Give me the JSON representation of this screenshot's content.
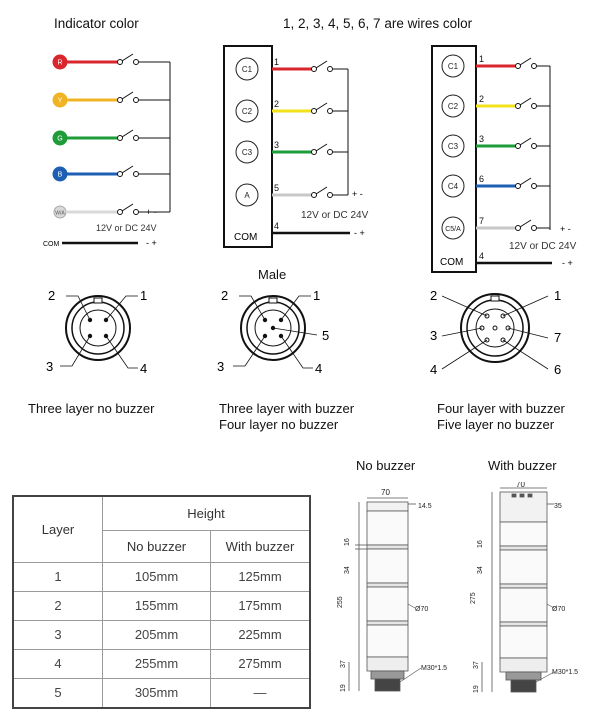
{
  "top": {
    "indicator_heading": "Indicator color",
    "wires_heading": "1, 2, 3, 4, 5, 6, 7 are wires color"
  },
  "diagram_a": {
    "indicators": [
      {
        "letter": "R",
        "color": "#d8262c"
      },
      {
        "letter": "Y",
        "color": "#f0b323"
      },
      {
        "letter": "G",
        "color": "#1e9c3a"
      },
      {
        "letter": "B",
        "color": "#1e5fb4"
      },
      {
        "letter": "W/A",
        "color": "#d9d9d9"
      }
    ],
    "voltage": "12V or DC 24V",
    "com_label": "COM",
    "polarity_top": "+ -",
    "polarity_bottom": "- +"
  },
  "diagram_b": {
    "terminals": [
      "C1",
      "C2",
      "C3",
      "A"
    ],
    "com": "COM",
    "wires": [
      {
        "num": "1",
        "color": "#d8262c"
      },
      {
        "num": "2",
        "color": "#f2e21a"
      },
      {
        "num": "3",
        "color": "#1e9c3a"
      },
      {
        "num": "5",
        "color": "#c8c8c8"
      },
      {
        "num": "4",
        "color": "#111111"
      }
    ],
    "voltage": "12V or DC 24V",
    "polarity_top": "+ -",
    "polarity_bottom": "- +"
  },
  "diagram_c": {
    "terminals": [
      "C1",
      "C2",
      "C3",
      "C4",
      "C5/A"
    ],
    "com": "COM",
    "wires": [
      {
        "num": "1",
        "color": "#d8262c"
      },
      {
        "num": "2",
        "color": "#f2e21a"
      },
      {
        "num": "3",
        "color": "#1e9c3a"
      },
      {
        "num": "6",
        "color": "#1e5fb4"
      },
      {
        "num": "7",
        "color": "#c8c8c8"
      },
      {
        "num": "4",
        "color": "#111111"
      }
    ],
    "voltage": "12V or DC 24V",
    "polarity_top": "+ -",
    "polarity_bottom": "- +"
  },
  "connectors": {
    "male_label": "Male",
    "c1_pins": [
      "2",
      "1",
      "3",
      "4"
    ],
    "c2_pins": [
      "2",
      "1",
      "5",
      "3",
      "4"
    ],
    "c3_pins": [
      "2",
      "1",
      "3",
      "7",
      "4",
      "6"
    ],
    "caption_1": "Three layer no buzzer",
    "caption_2_line1": "Three layer with buzzer",
    "caption_2_line2": "Four layer no buzzer",
    "caption_3_line1": "Four layer with buzzer",
    "caption_3_line2": "Five layer no buzzer"
  },
  "table": {
    "layer_header": "Layer",
    "height_header": "Height",
    "no_buzzer_header": "No buzzer",
    "with_buzzer_header": "With buzzer",
    "rows": [
      {
        "layer": "1",
        "no_buzzer": "105mm",
        "with_buzzer": "125mm"
      },
      {
        "layer": "2",
        "no_buzzer": "155mm",
        "with_buzzer": "175mm"
      },
      {
        "layer": "3",
        "no_buzzer": "205mm",
        "with_buzzer": "225mm"
      },
      {
        "layer": "4",
        "no_buzzer": "255mm",
        "with_buzzer": "275mm"
      },
      {
        "layer": "5",
        "no_buzzer": "305mm",
        "with_buzzer": "—"
      }
    ]
  },
  "drawings": {
    "no_buzzer_title": "No buzzer",
    "with_buzzer_title": "With buzzer",
    "nb": {
      "width": "70",
      "top": "14.5",
      "seg": "16",
      "seg2": "34",
      "total": "255",
      "base": "37",
      "bottom": "19",
      "dia": "Ø70",
      "thread": "M30*1.5"
    },
    "wb": {
      "width": "70",
      "top": "35",
      "seg": "16",
      "seg2": "34",
      "total": "275",
      "base": "37",
      "bottom": "19",
      "dia": "Ø70",
      "thread": "M30*1.5"
    }
  }
}
